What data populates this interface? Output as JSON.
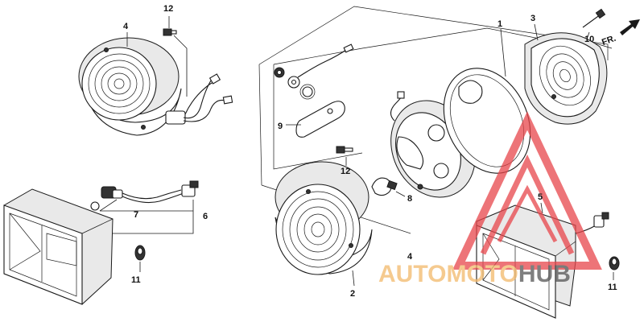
{
  "callouts": {
    "c1": "1",
    "c2": "2",
    "c3": "3",
    "c4a": "4",
    "c4b": "4",
    "c5": "5",
    "c6": "6",
    "c7": "7",
    "c8": "8",
    "c9": "9",
    "c10": "10",
    "c11a": "11",
    "c11b": "11",
    "c12a": "12",
    "c12b": "12"
  },
  "direction": {
    "label": "FR."
  },
  "watermark": {
    "brand_part1": "AUTOMOTO",
    "brand_part2": "HUB",
    "colors": {
      "triangle": "#e8464b",
      "text_light": "#f2b96a",
      "text_dark": "#555555"
    }
  },
  "icons": {
    "direction_arrow": "arrow-right-icon",
    "watermark_logo": "triangle-logo-icon"
  }
}
